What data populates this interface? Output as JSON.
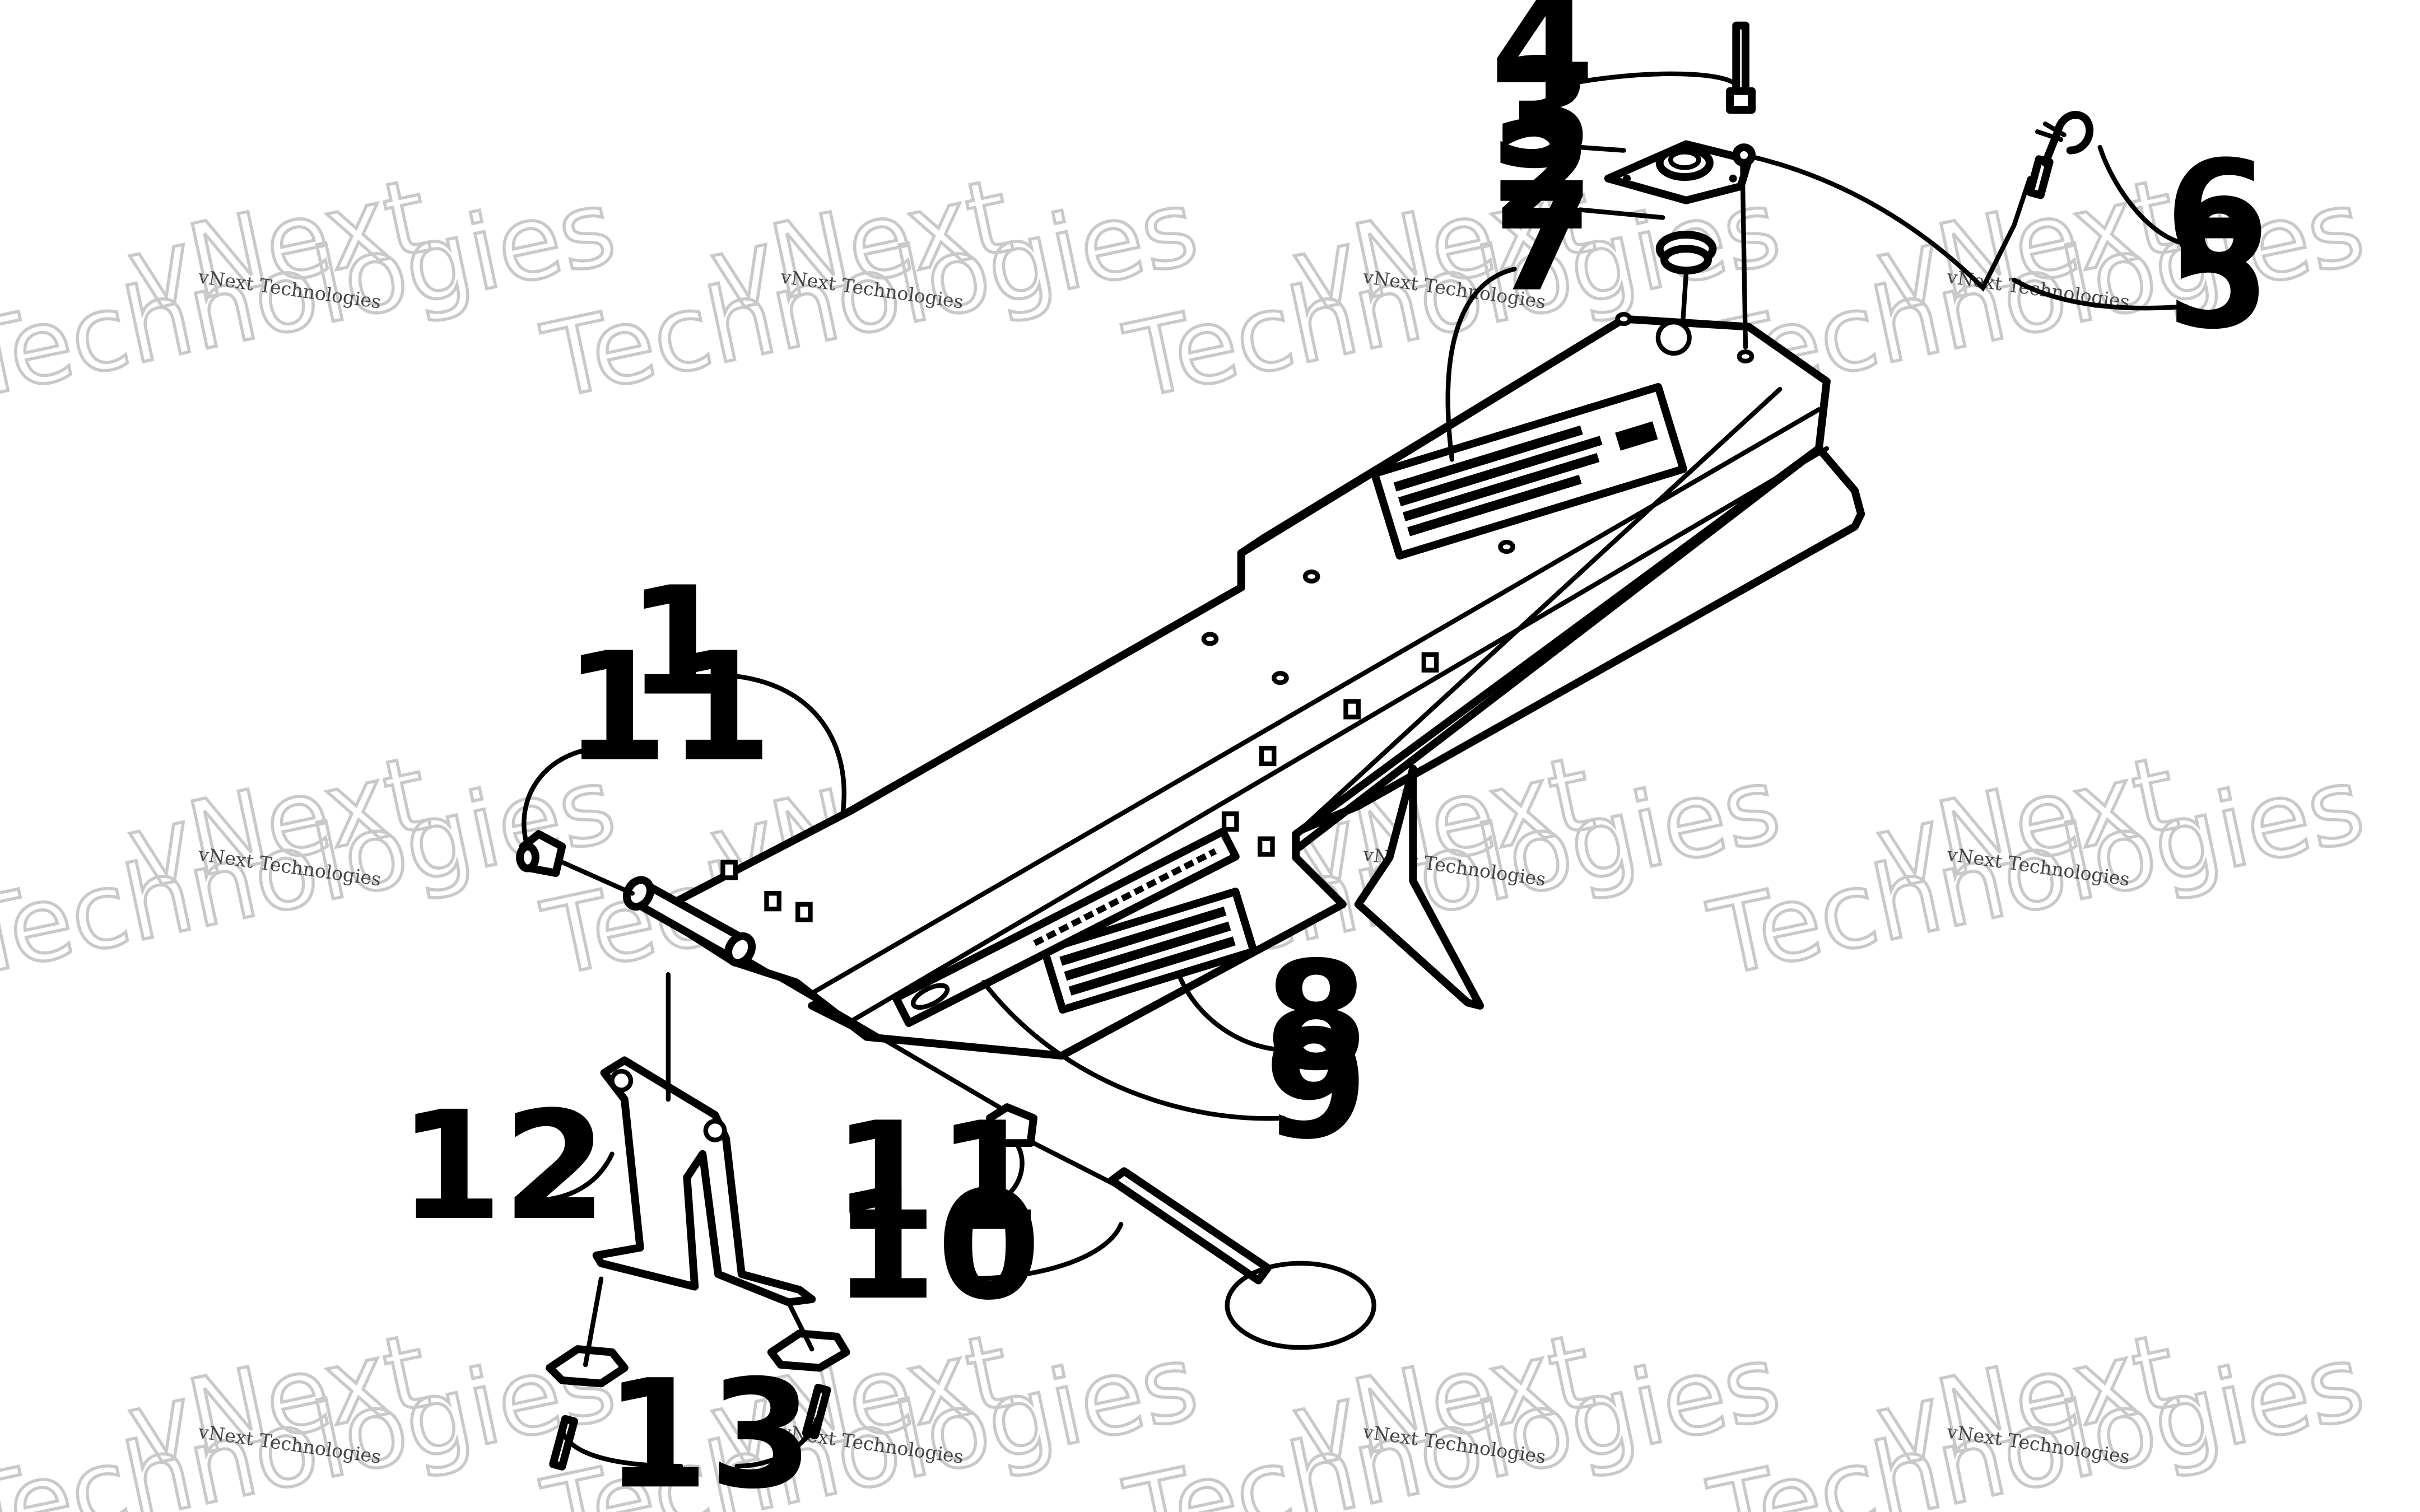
{
  "diagram": {
    "part_labels": [
      "1",
      "2",
      "3",
      "4",
      "5",
      "6",
      "7",
      "8",
      "9",
      "10",
      "11",
      "11",
      "12",
      "13"
    ],
    "watermark": {
      "small_text": "vNext Technologies",
      "large_line1": "vNext",
      "large_line2": "Technologies"
    }
  }
}
